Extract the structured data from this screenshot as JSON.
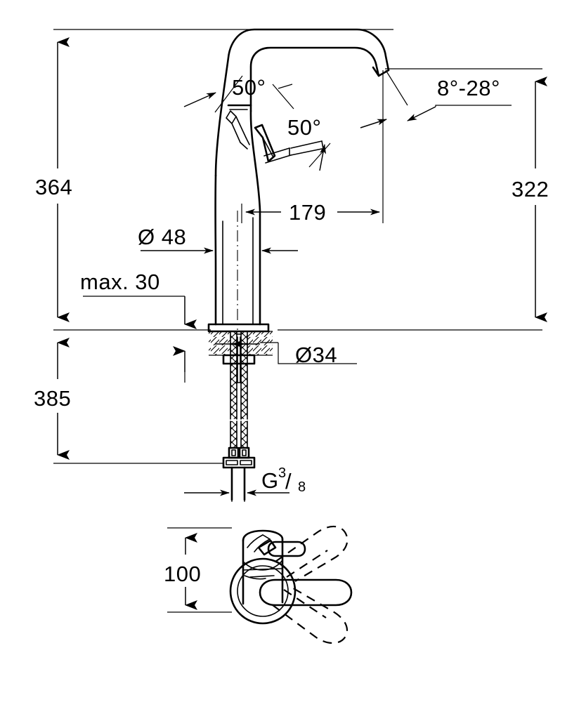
{
  "drawing": {
    "title": "Faucet technical dimension drawing",
    "type": "engineering-line-drawing",
    "units": "mm",
    "line_color": "#000000",
    "background_color": "#ffffff"
  },
  "dimensions": {
    "overall_height": "364",
    "spout_height": "322",
    "spout_reach": "179",
    "body_diameter": "Ø 48",
    "mounting_hole_diameter": "Ø34",
    "max_deck_thickness": "max. 30",
    "below_deck_length": "385",
    "handle_height_top_view": "100",
    "lever_angle_up": "50°",
    "lever_angle_side": "50°",
    "aerator_angle_range": "8°-28°"
  },
  "thread": {
    "letter": "G",
    "numerator": "3",
    "slash": "/",
    "denominator": "8",
    "full": "G 3/8"
  },
  "views": [
    {
      "name": "front-elevation-section",
      "label": ""
    },
    {
      "name": "top-view-handle-rotation",
      "label": ""
    }
  ]
}
